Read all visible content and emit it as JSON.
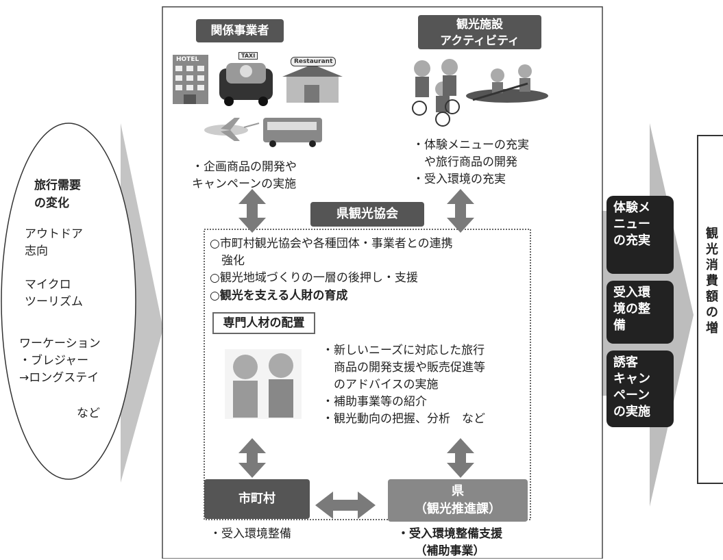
{
  "left": {
    "title": "旅行需要\nの変化",
    "items": [
      "アウトドア\n志向",
      "マイクロ\nツーリズム",
      "ワーケーション\n・ブレジャー\n→ロングステイ",
      "など"
    ]
  },
  "top_left": {
    "header": "関係事業者",
    "hotel_sign": "HOTEL",
    "taxi_sign": "TAXI",
    "restaurant_sign": "Restaurant",
    "note": "・企画商品の開発や\nキャンペーンの実施"
  },
  "top_right": {
    "header": "観光施設\nアクティビティ",
    "note": "・体験メニューの充実\n　や旅行商品の開発\n・受入環境の充実"
  },
  "center": {
    "header": "県観光協会",
    "points": [
      "○市町村観光協会や各種団体・事業者との連携\n　強化",
      "○観光地域づくりの一層の後押し・支援"
    ],
    "bold_point": "○観光を支える人財の育成",
    "specialist_title": "専門人材の配置",
    "specialist_notes": "・新しいニーズに対応した旅行\n　商品の開発支援や販売促進等\n　のアドバイスの実施\n・補助事業等の紹介\n・観光動向の把握、分析　など"
  },
  "bottom_left": {
    "label": "市町村",
    "note": "・受入環境整備"
  },
  "bottom_right": {
    "label": "県\n（観光推進課）",
    "note": "・受入環境整備支援\n（補助事業）"
  },
  "right": {
    "buttons": [
      "体験メ\nニュー\nの充実",
      "受入環\n境の整\n備",
      "誘客\nキャン\nペーン\nの実施"
    ],
    "result": "観\n光\n消\n費\n額\nの\n増"
  },
  "colors": {
    "dark": "#222222",
    "header": "#555555",
    "arrow": "#7a7a7a",
    "bigarrow": "#bdbdbd"
  }
}
